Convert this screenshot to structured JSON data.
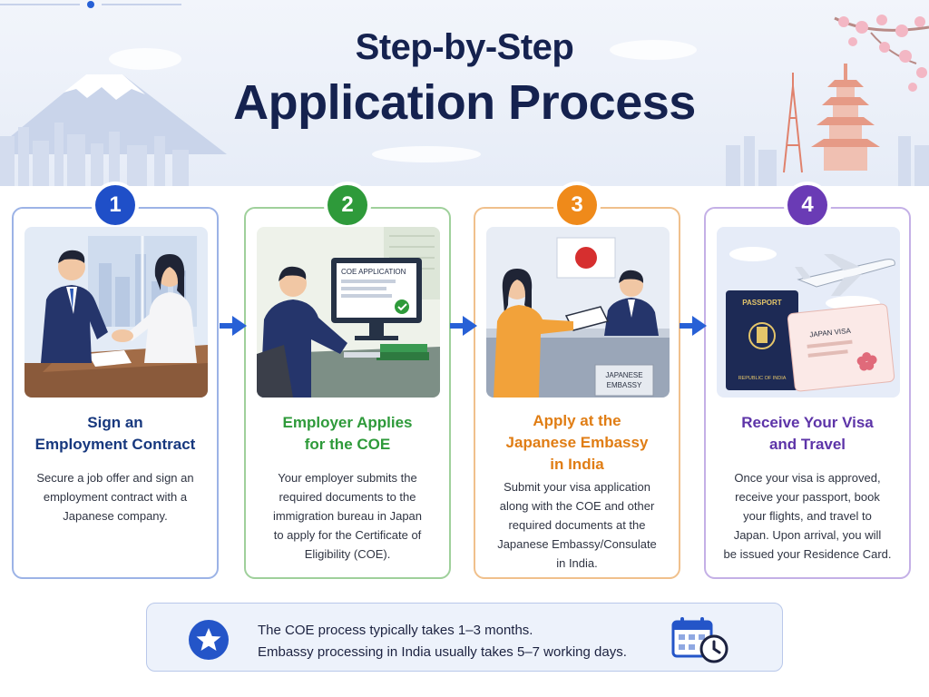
{
  "header": {
    "title_line1": "Step-by-Step",
    "title_line2": "Application Process"
  },
  "steps": [
    {
      "number": "1",
      "title_lines": [
        "Sign an",
        "Employment Contract"
      ],
      "description_lines": [
        "Secure a job offer and sign an",
        "employment contract with a",
        "Japanese company."
      ],
      "illustration": "handshake-meeting",
      "color": "#1f4fc8"
    },
    {
      "number": "2",
      "title_lines": [
        "Employer Applies",
        "for the COE"
      ],
      "description_lines": [
        "Your employer submits the",
        "required documents to the",
        "immigration bureau in Japan",
        "to apply for the Certificate of",
        "Eligibility (COE)."
      ],
      "illustration": "computer-coe-application",
      "screen_label": "COE APPLICATION",
      "color": "#2e9a3a"
    },
    {
      "number": "3",
      "title_lines": [
        "Apply at the",
        "Japanese Embassy",
        "in India"
      ],
      "description_lines": [
        "Submit your visa application",
        "along with the COE and other",
        "required documents at the",
        "Japanese Embassy/Consulate",
        "in India."
      ],
      "illustration": "embassy-counter",
      "sign_label_lines": [
        "JAPANESE",
        "EMBASSY"
      ],
      "color": "#ef8a1a"
    },
    {
      "number": "4",
      "title_lines": [
        "Receive Your Visa",
        "and Travel"
      ],
      "description_lines": [
        "Once your visa is approved,",
        "receive your passport, book",
        "your flights, and travel to",
        "Japan. Upon arrival, you will",
        "be issued your Residence Card."
      ],
      "illustration": "passport-visa-airplane",
      "passport_label": "PASSPORT",
      "passport_sub": "REPUBLIC OF INDIA",
      "visa_label": "JAPAN VISA",
      "color": "#6a3bb5"
    }
  ],
  "note": {
    "line1": "The COE process typically takes 1–3 months.",
    "line2": "Embassy processing in India usually takes 5–7 working days.",
    "icon_left": "star-icon",
    "icon_right": "calendar-clock-icon"
  },
  "colors": {
    "title": "#15224f",
    "arrow": "#2760d6",
    "note_bg": "#edf2fb"
  }
}
